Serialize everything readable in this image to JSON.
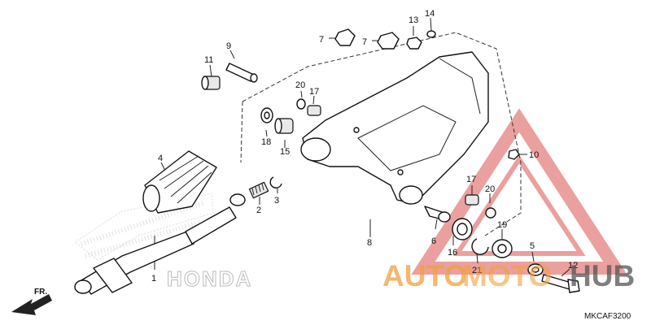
{
  "diagram": {
    "callouts": [
      {
        "id": "c1",
        "text": "1"
      },
      {
        "id": "c2",
        "text": "2"
      },
      {
        "id": "c3",
        "text": "3"
      },
      {
        "id": "c4",
        "text": "4"
      },
      {
        "id": "c5",
        "text": "5"
      },
      {
        "id": "c6",
        "text": "6"
      },
      {
        "id": "c7a",
        "text": "7"
      },
      {
        "id": "c7b",
        "text": "7"
      },
      {
        "id": "c8",
        "text": "8"
      },
      {
        "id": "c9",
        "text": "9"
      },
      {
        "id": "c10",
        "text": "10"
      },
      {
        "id": "c11",
        "text": "11"
      },
      {
        "id": "c12",
        "text": "12"
      },
      {
        "id": "c13",
        "text": "13"
      },
      {
        "id": "c14",
        "text": "14"
      },
      {
        "id": "c15",
        "text": "15"
      },
      {
        "id": "c16",
        "text": "16"
      },
      {
        "id": "c17a",
        "text": "17"
      },
      {
        "id": "c17b",
        "text": "17"
      },
      {
        "id": "c18",
        "text": "18"
      },
      {
        "id": "c19",
        "text": "19"
      },
      {
        "id": "c20a",
        "text": "20"
      },
      {
        "id": "c20b",
        "text": "20"
      },
      {
        "id": "c21",
        "text": "21"
      }
    ],
    "direction_label": "FR.",
    "diagram_code": "MKCAF3200"
  },
  "watermark": {
    "text_part1": "AUTO",
    "text_part2": "MOTO",
    "text_part3": "HUB",
    "brand_text": "HONDA",
    "color_red": "#d9534f",
    "color_orange": "#f0a040",
    "color_dark": "#555555"
  }
}
